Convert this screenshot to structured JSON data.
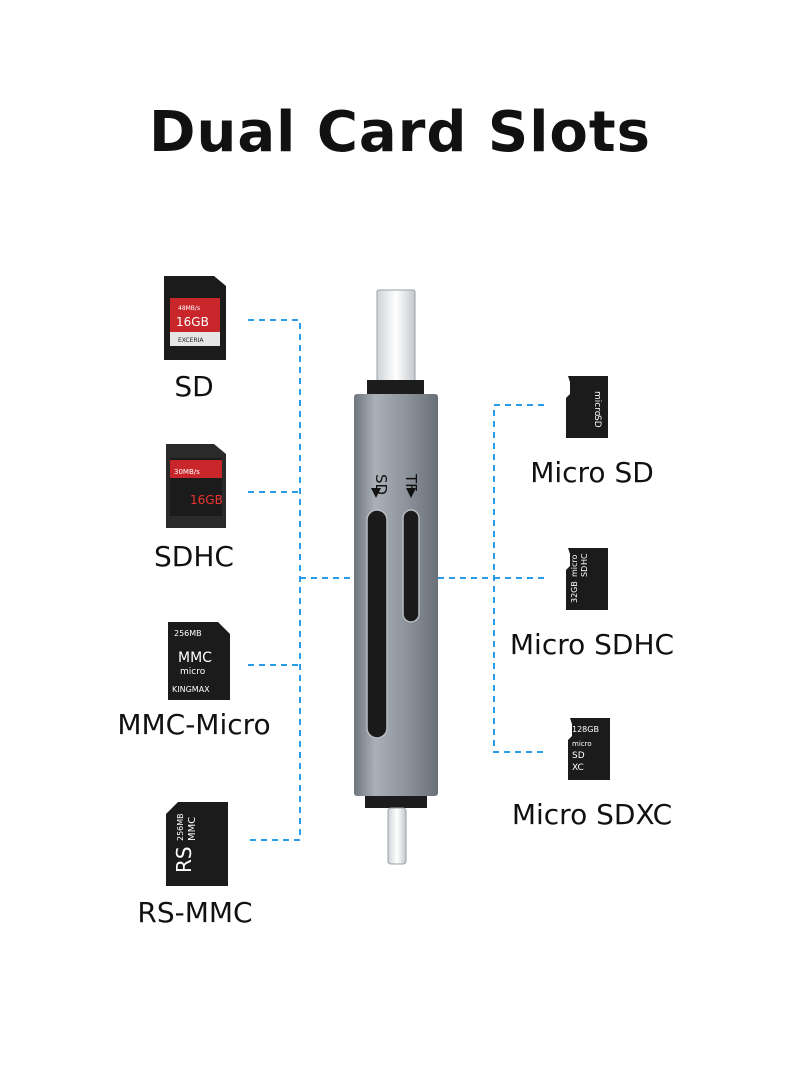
{
  "title": "Dual Card Slots",
  "reader": {
    "slot_sd_label": "SD",
    "slot_tf_label": "TF"
  },
  "left_cards": [
    {
      "name": "SD",
      "card_text": [
        "48MB/s",
        "16GB",
        "EXCERIA"
      ]
    },
    {
      "name": "SDHC",
      "card_text": [
        "30MB/s",
        "16GB"
      ]
    },
    {
      "name": "MMC-Micro",
      "card_text": [
        "256MB",
        "MMC",
        "micro",
        "KINGMAX"
      ]
    },
    {
      "name": "RS-MMC",
      "card_text": [
        "RS",
        "256MB",
        "MMC"
      ]
    }
  ],
  "right_cards": [
    {
      "name": "Micro SD",
      "card_text": [
        "micro",
        "SD"
      ]
    },
    {
      "name": "Micro SDHC",
      "card_text": [
        "32GB",
        "micro",
        "SD",
        "HC"
      ]
    },
    {
      "name": "Micro SDXC",
      "card_text": [
        "128GB",
        "micro",
        "SD",
        "XC"
      ]
    }
  ],
  "colors": {
    "connector_line": "#2a9be8",
    "reader_body": "#8e949c",
    "card_dark": "#1b1b1b",
    "sd_red": "#c9262c"
  }
}
